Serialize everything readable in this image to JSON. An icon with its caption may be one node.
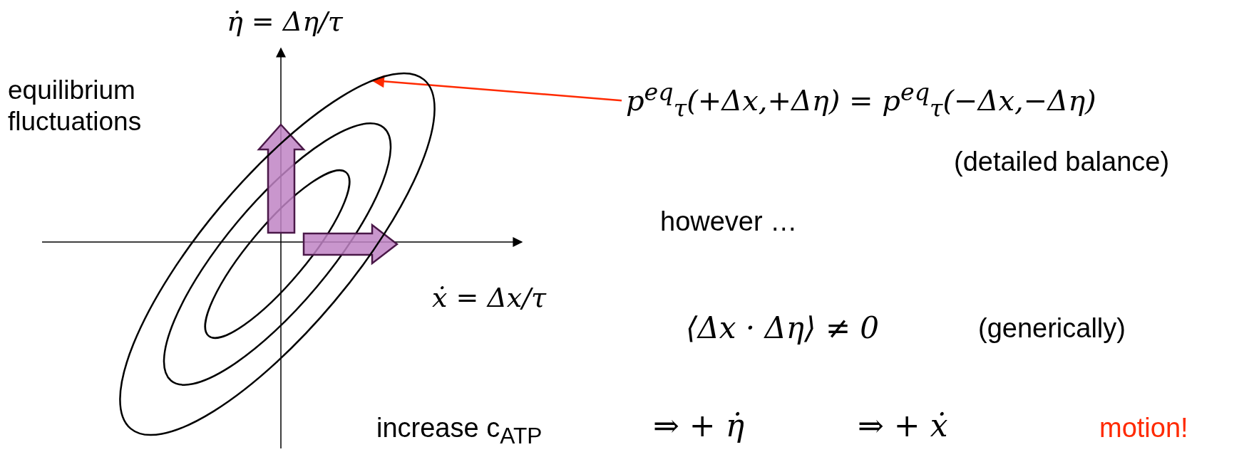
{
  "diagram": {
    "nodes": [
      {
        "text": [
          "p$^{eq}$$_{τ}$(+Δx,+Δη) = p$^{eq}$$_{τ}$(−Δx,−Δη)"
        ]
      },
      {
        "text": [],
        "shape": "ellipse"
      }
    ],
    "edges": [
      {
        "from": 0,
        "to": 1,
        "arrow": "to",
        "color": "#ff2a00"
      }
    ],
    "labels": [
      "η̇ = Δη/τ",
      "equilibrium fluctuations",
      "(detailed balance)",
      "however …",
      "ẋ = Δx/τ",
      "⟨Δx · Δη⟩ ≠ 0",
      "(generically)",
      "increase c$_{ATP}$",
      "⇒ + η̇",
      "⇒ + ẋ",
      "motion!"
    ]
  }
}
